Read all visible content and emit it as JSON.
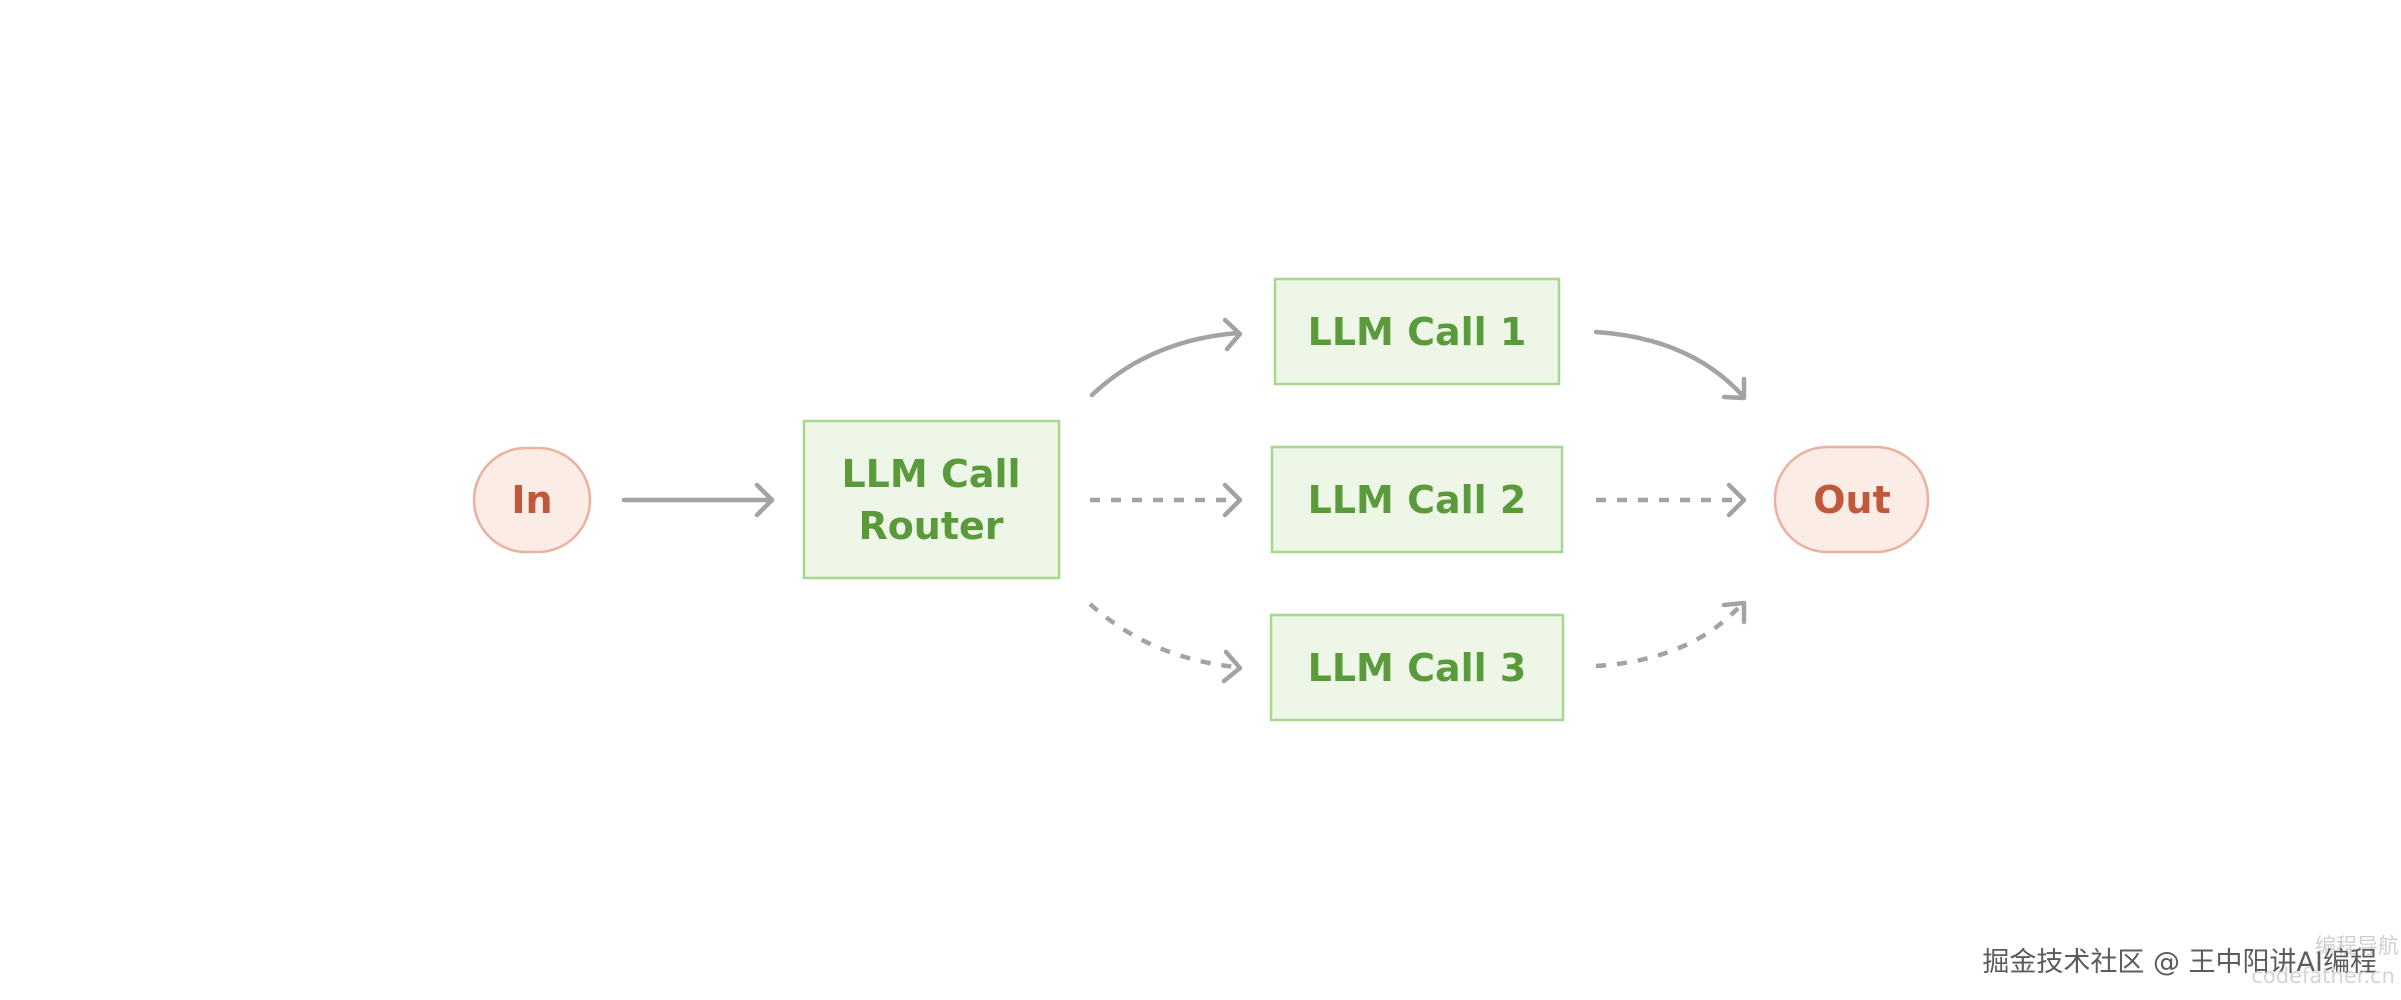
{
  "nodes": {
    "input": {
      "label": "In"
    },
    "router": {
      "line1": "LLM Call",
      "line2": "Router"
    },
    "call1": {
      "label": "LLM Call 1"
    },
    "call2": {
      "label": "LLM Call 2"
    },
    "call3": {
      "label": "LLM Call 3"
    },
    "output": {
      "label": "Out"
    }
  },
  "edges": [
    {
      "from": "In",
      "to": "LLM Call Router",
      "style": "solid"
    },
    {
      "from": "LLM Call Router",
      "to": "LLM Call 1",
      "style": "solid"
    },
    {
      "from": "LLM Call Router",
      "to": "LLM Call 2",
      "style": "dashed"
    },
    {
      "from": "LLM Call Router",
      "to": "LLM Call 3",
      "style": "dashed"
    },
    {
      "from": "LLM Call 1",
      "to": "Out",
      "style": "solid"
    },
    {
      "from": "LLM Call 2",
      "to": "Out",
      "style": "dashed"
    },
    {
      "from": "LLM Call 3",
      "to": "Out",
      "style": "dashed"
    }
  ],
  "colors": {
    "llm_fill": "#eef6e8",
    "llm_stroke": "#a6d88e",
    "llm_text": "#5a9a3a",
    "io_fill": "#fcece6",
    "io_stroke": "#eab19e",
    "io_text": "#c0583c",
    "arrow": "#a3a3a3"
  },
  "watermark": {
    "main": "掘金技术社区 @ 王中阳讲AI编程",
    "faint_top": "编程导航",
    "faint_bottom": "codefather.cn"
  }
}
